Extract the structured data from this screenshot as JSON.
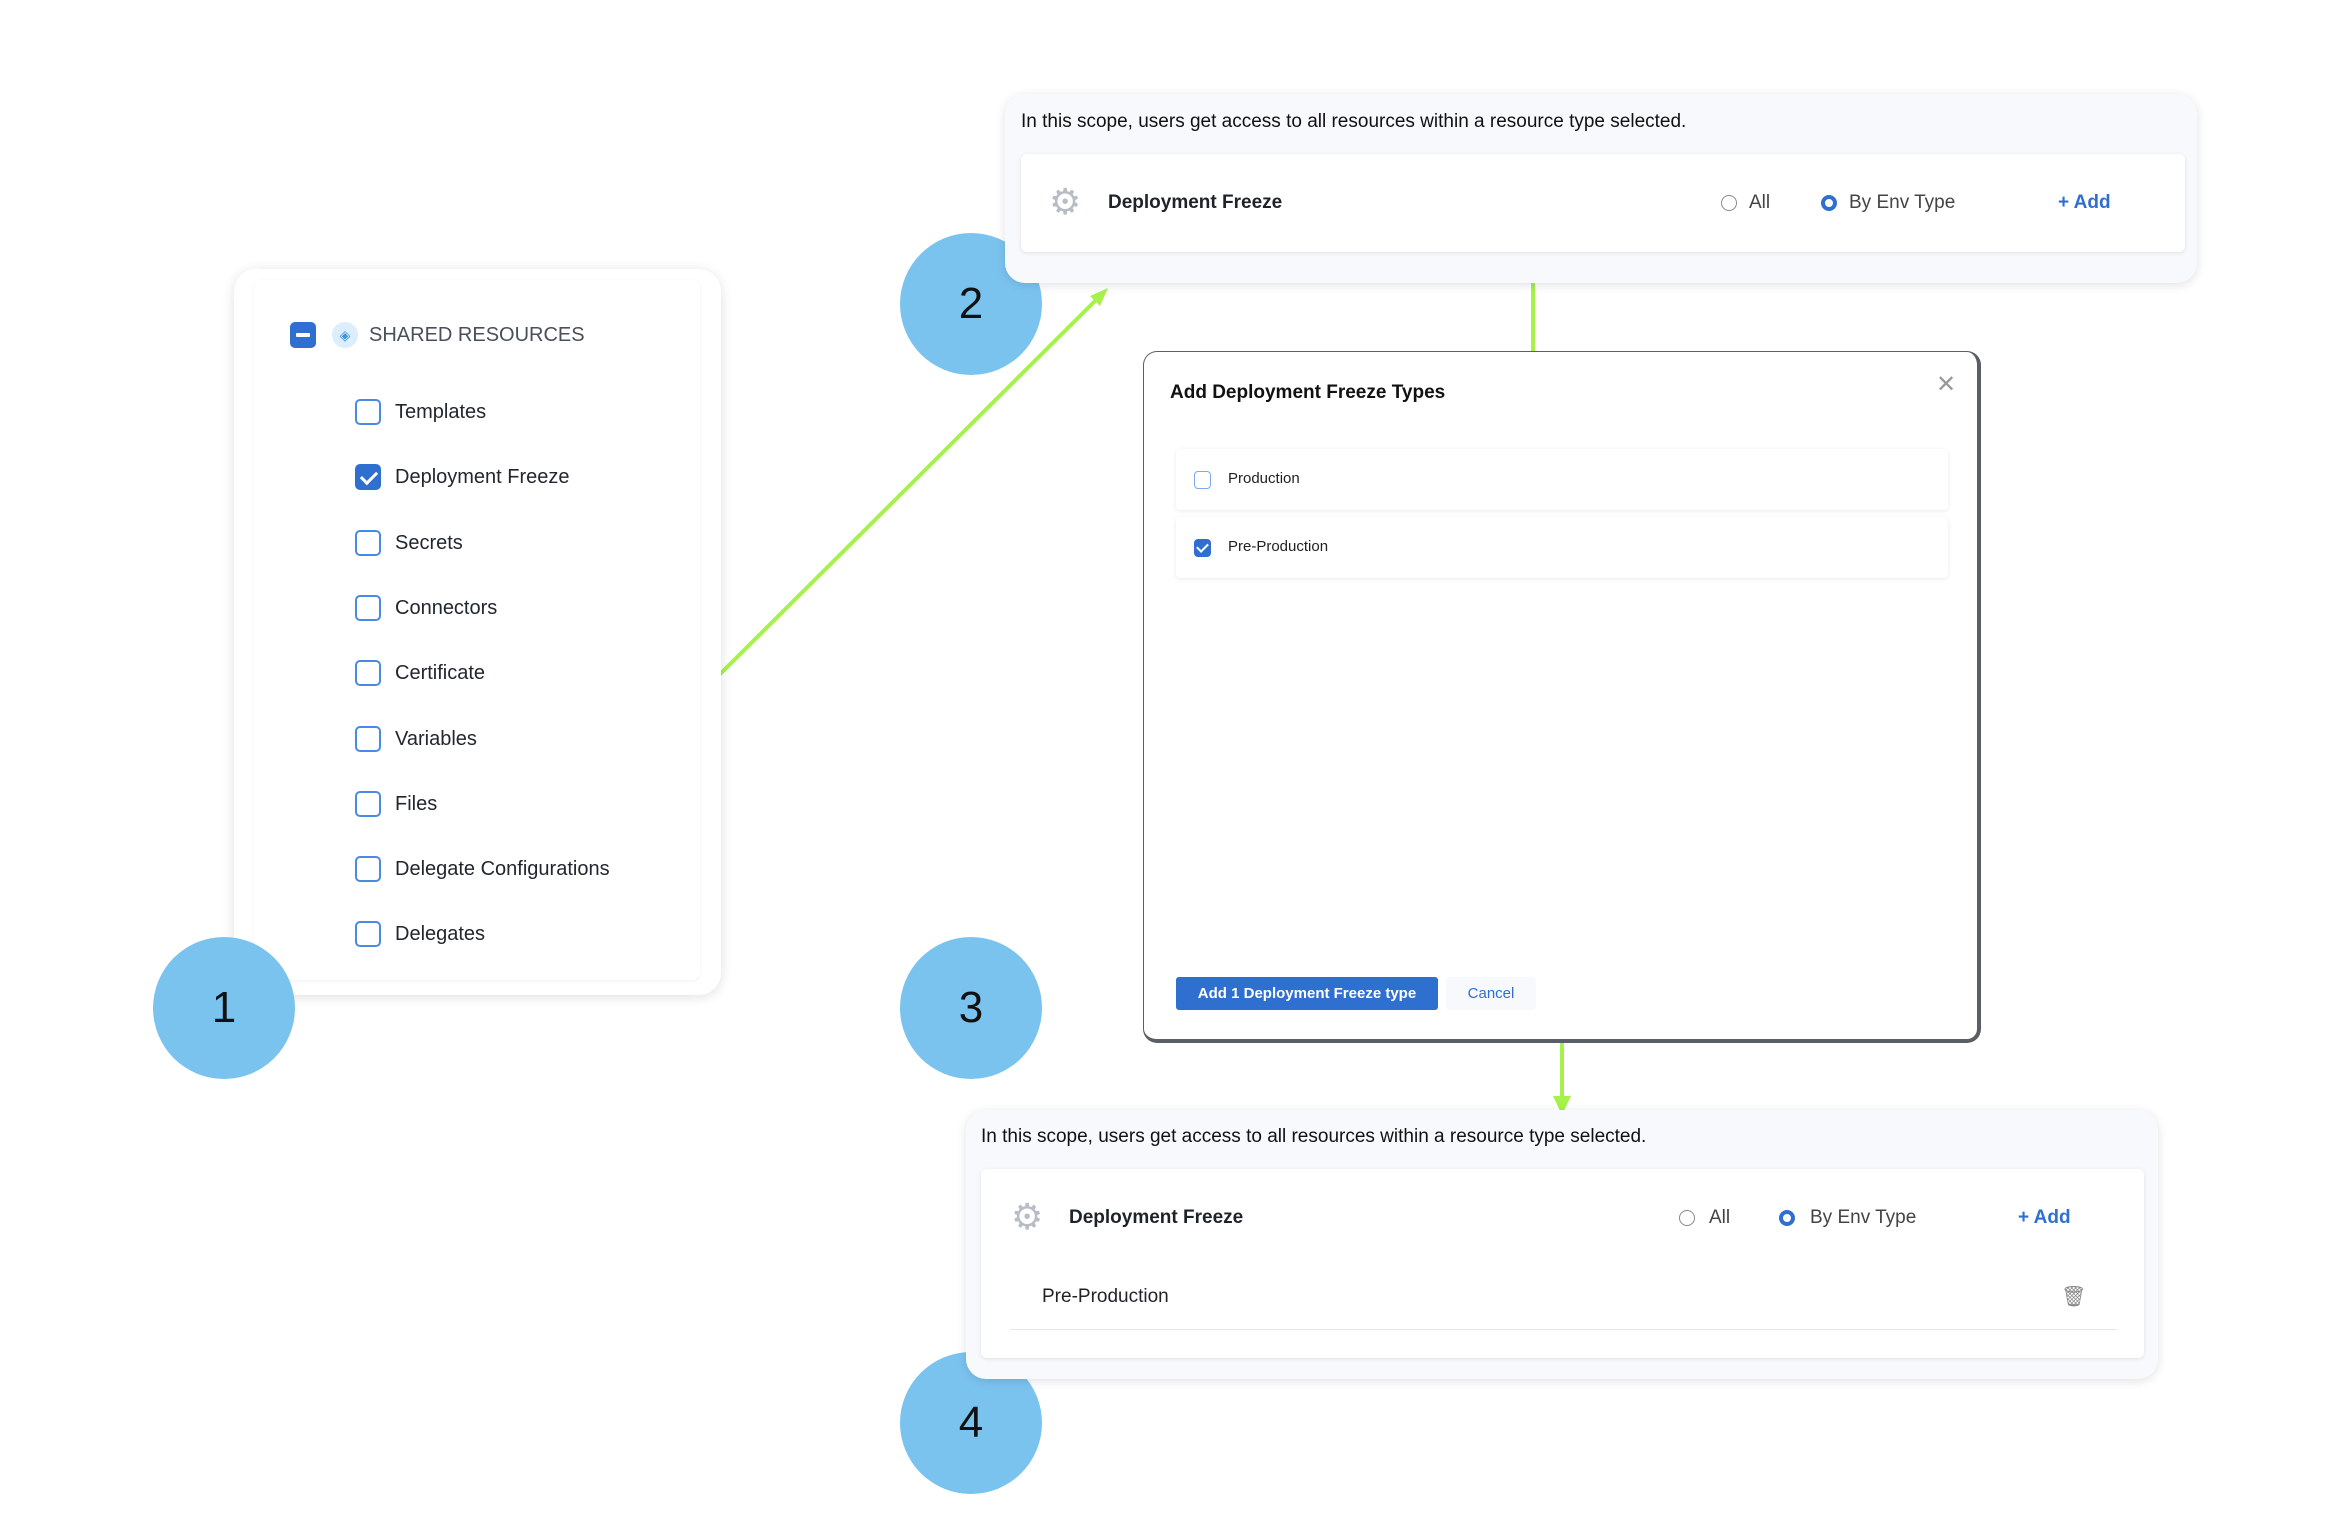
{
  "steps": [
    "1",
    "2",
    "3",
    "4"
  ],
  "shared_resources": {
    "header": "SHARED RESOURCES",
    "items": [
      {
        "label": "Templates",
        "checked": false
      },
      {
        "label": "Deployment Freeze",
        "checked": true
      },
      {
        "label": "Secrets",
        "checked": false
      },
      {
        "label": "Connectors",
        "checked": false
      },
      {
        "label": "Certificate",
        "checked": false
      },
      {
        "label": "Variables",
        "checked": false
      },
      {
        "label": "Files",
        "checked": false
      },
      {
        "label": "Delegate Configurations",
        "checked": false
      },
      {
        "label": "Delegates",
        "checked": false
      }
    ]
  },
  "scope_before": {
    "description": "In this scope, users get access to all resources within a resource type selected.",
    "resource": "Deployment Freeze",
    "option_all": "All",
    "option_env": "By Env Type",
    "selected": "By Env Type",
    "add": "+ Add"
  },
  "modal": {
    "title": "Add Deployment Freeze Types",
    "options": [
      {
        "label": "Production",
        "checked": false
      },
      {
        "label": "Pre-Production",
        "checked": true
      }
    ],
    "confirm": "Add 1 Deployment Freeze type",
    "cancel": "Cancel"
  },
  "scope_after": {
    "description": "In this scope, users get access to all resources within a resource type selected.",
    "resource": "Deployment Freeze",
    "option_all": "All",
    "option_env": "By Env Type",
    "selected": "By Env Type",
    "add": "+ Add",
    "entries": [
      "Pre-Production"
    ]
  },
  "colors": {
    "accent": "#2f6fd0",
    "arrow": "#a6f24a",
    "step_circle": "#7bc3ef"
  }
}
